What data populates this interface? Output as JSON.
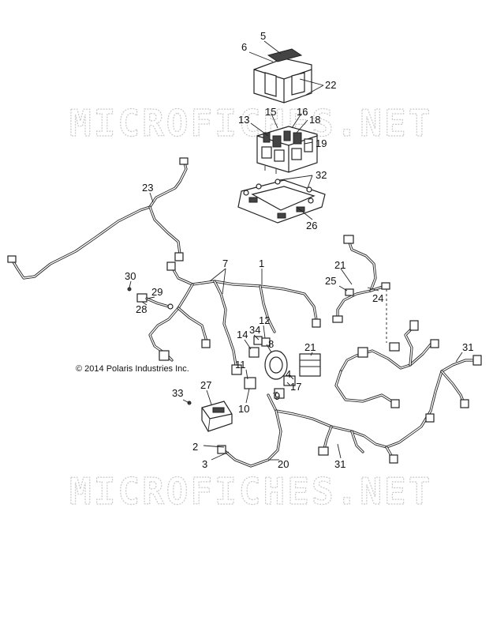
{
  "watermark": {
    "top": "MICROFICHES.NET",
    "bottom": "MICROFICHES.NET"
  },
  "copyright": "© 2014 Polaris Industries Inc.",
  "callouts": {
    "c5": "5",
    "c6": "6",
    "c22": "22",
    "c15": "15",
    "c16": "16",
    "c13": "13",
    "c18": "18",
    "c19": "19",
    "c32": "32",
    "c26": "26",
    "c23": "23",
    "c7": "7",
    "c1": "1",
    "c21a": "21",
    "c25": "25",
    "c24": "24",
    "c30": "30",
    "c29": "29",
    "c28": "28",
    "c14": "14",
    "c34": "34",
    "c12": "12",
    "c11": "11",
    "c8": "8",
    "c21b": "21",
    "c4": "4",
    "c17": "17",
    "c9": "9",
    "c10": "10",
    "c31a": "31",
    "c33": "33",
    "c27": "27",
    "c2": "2",
    "c3": "3",
    "c20": "20",
    "c31b": "31"
  }
}
